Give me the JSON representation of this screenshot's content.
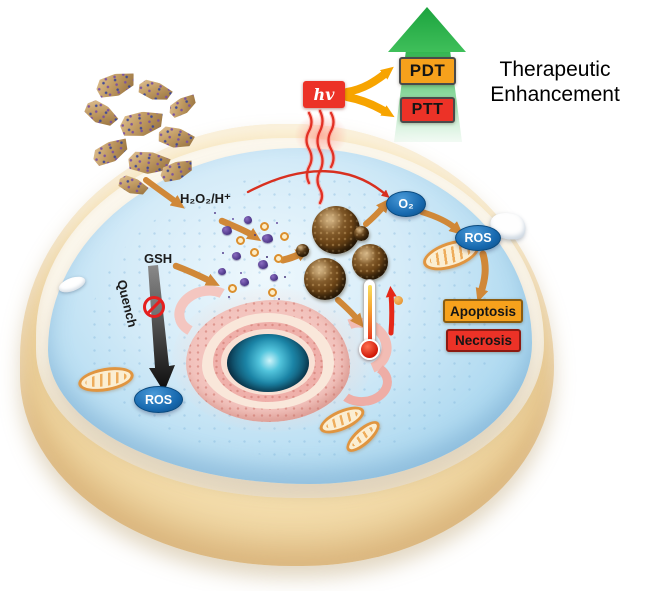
{
  "header": {
    "hv_label": "hv",
    "pdt_label": "PDT",
    "ptt_label": "PTT",
    "title_line1": "Therapeutic",
    "title_line2": "Enhancement"
  },
  "cell": {
    "h2o2_label": "H₂O₂/H⁺",
    "gsh_label": "GSH",
    "quench_label": "Quench",
    "o2_badge": "O₂",
    "ros_badge_right": "ROS",
    "ros_badge_left": "ROS",
    "apoptosis_label": "Apoptosis",
    "necrosis_label": "Necrosis"
  },
  "colors": {
    "accent_orange": "#F6A11C",
    "accent_red": "#EC3227",
    "accent_green": "#2FB44D",
    "badge_blue": "#1668AE",
    "arrow_tan": "#D08838",
    "membrane_tan": "#F2D7A2",
    "cytoplasm_blue": "#BFE2F4",
    "nanosphere_brown": "#6B4417",
    "nucleus_teal": "#0D3F58"
  },
  "icons": {
    "hv_light_box": "red box with italic hv",
    "laser_icon": "red wavy lines",
    "green_up_arrow_icon": "green upward arrow with fading tail",
    "thermometer_icon": "white capsule with red bulb and gradient fill",
    "prohibition_icon": "red crossed circle",
    "nanosheet_icon": "speckled tan polygon flake",
    "nanosphere_icon": "brown gradient sphere",
    "mitochondrion_icon": "orange striped oval",
    "nucleus_icon": "concentric pink rings with dark teal core",
    "quench_arrow_icon": "dark tapered downward arrow"
  }
}
